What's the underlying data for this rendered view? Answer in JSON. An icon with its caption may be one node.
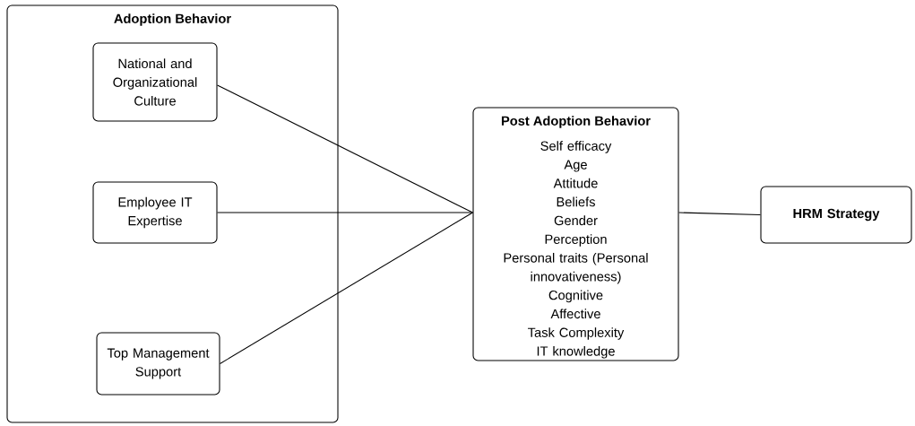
{
  "diagram": {
    "nodes": [
      {
        "text": [
          "Adoption Behavior"
        ]
      },
      {
        "text": [
          "National and Organizational Culture"
        ],
        "in": 0
      },
      {
        "text": [
          "Employee IT Expertise"
        ],
        "in": 0
      },
      {
        "text": [
          "Top Management Support"
        ],
        "in": 0
      },
      {
        "text": [
          "Post Adoption Behavior",
          "Self efficacy",
          "Age",
          "Attitude",
          "Beliefs",
          "Gender",
          "Perception",
          "Personal traits (Personal innovativeness)",
          "Cognitive",
          "Affective",
          "Task Complexity",
          "IT knowledge"
        ]
      },
      {
        "text": [
          "HRM Strategy"
        ]
      }
    ],
    "edges": [
      {
        "from": 1,
        "to": 4,
        "arrow": "none"
      },
      {
        "from": 2,
        "to": 4,
        "arrow": "none"
      },
      {
        "from": 3,
        "to": 4,
        "arrow": "none"
      },
      {
        "from": 4,
        "to": 5,
        "arrow": "none"
      }
    ]
  }
}
